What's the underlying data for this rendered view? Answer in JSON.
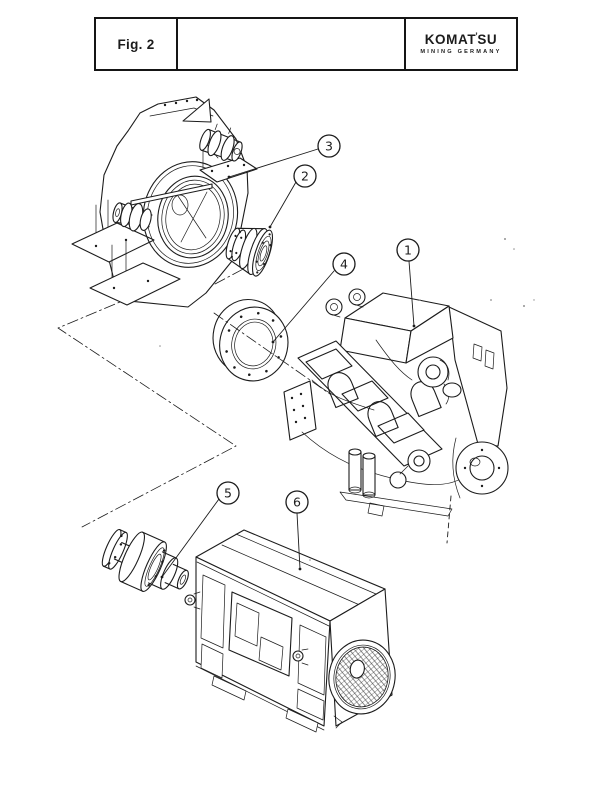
{
  "header": {
    "figure_label": "Fig. 2",
    "brand": {
      "name_left": "KOMAT",
      "tick": "’",
      "name_right": "SU",
      "tagline": "MINING GERMANY"
    }
  },
  "callouts": [
    "1",
    "2",
    "3",
    "4",
    "5",
    "6"
  ],
  "colors": {
    "ink": "#1c1c1c",
    "paper": "#ffffff"
  }
}
